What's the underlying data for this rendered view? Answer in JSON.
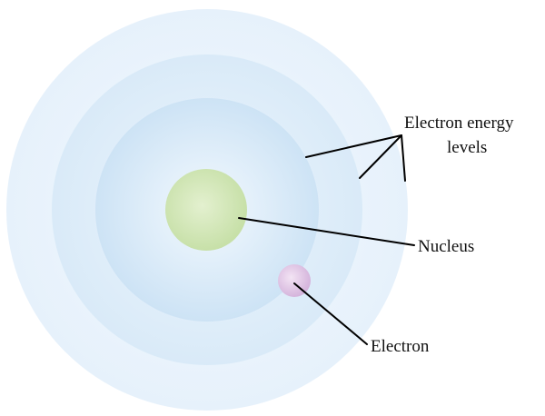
{
  "diagram": {
    "labels": {
      "energy_levels_line1": "Electron energy",
      "energy_levels_line2": "levels",
      "nucleus": "Nucleus",
      "electron": "Electron"
    },
    "colors": {
      "outer_shell": "#eaf4fc",
      "middle_shell": "#deedf9",
      "inner_shell": "#d2e6f6",
      "nucleus": "#cfe6b4",
      "electron": "#e2c6e6",
      "pointer_lines": "#000000"
    }
  }
}
